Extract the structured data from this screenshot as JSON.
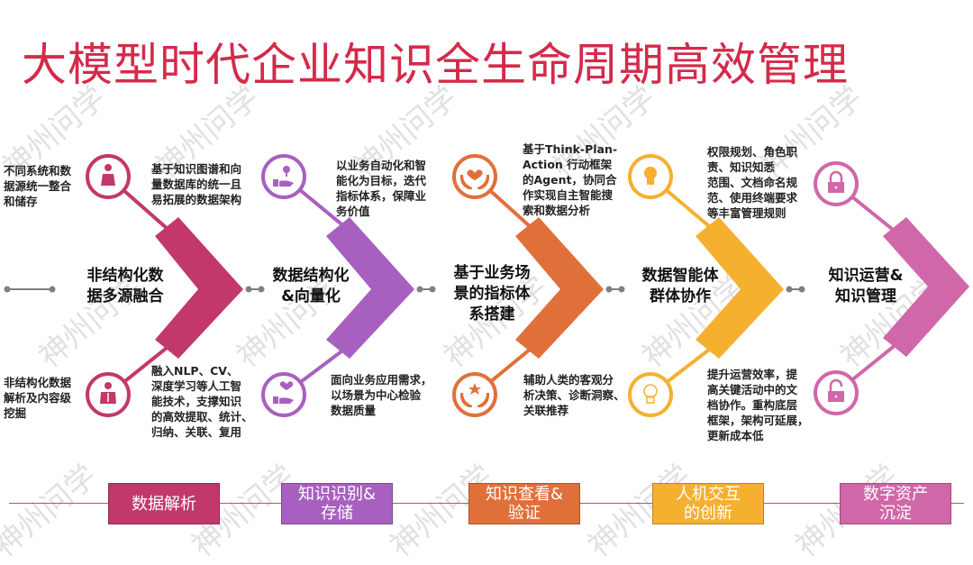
{
  "title": "大模型时代企业知识全生命周期高效管理",
  "watermark_text": "神州问学",
  "colors": {
    "title": "#d42a4a",
    "stage1": "#c2386a",
    "stage2": "#a860c0",
    "stage3": "#e0703a",
    "stage4": "#f5b030",
    "stage5": "#d067a8",
    "connector": "#808080"
  },
  "stages": [
    {
      "label": "非结构化数\n据多源融合",
      "top_icon": "woman-user-icon",
      "bottom_icon": "businessman-icon",
      "top_left_note": "不同系统和数\n据源统一整合\n和储存",
      "top_right_note": "基于知识图谱和向\n量数据库的统一且\n易拓展的数据架构",
      "bottom_left_note": "非结构化数据\n解析及内容级\n挖掘",
      "bottom_right_note": "融入NLP、CV、\n深度学习等人工智\n能技术，支撑知识\n的高效提取、统计、\n归纳、关联、复用"
    },
    {
      "label": "数据结构化\n&向量化",
      "top_icon": "hand-lightbulb-icon",
      "bottom_icon": "hand-heart-icon",
      "top_right_note": "以业务自动化和智\n能化为目标，迭代\n指标体系，保障业\n务价值",
      "bottom_right_note": "面向业务应用需求，\n以场景为中心检验\n数据质量"
    },
    {
      "label": "基于业务场\n景的指标体\n系搭建",
      "top_icon": "hands-heart-icon",
      "bottom_icon": "hands-star-icon",
      "top_right_note": "基于Think-Plan-\nAction 行动框架\n的Agent，协同合\n作实现自主智能搜\n索和数据分析",
      "bottom_right_note": "辅助人类的客观分\n析决策、诊断洞察、\n关联推荐"
    },
    {
      "label": "数据智能体\n群体协作",
      "top_icon": "lightbulb-filled-icon",
      "bottom_icon": "lightbulb-outline-icon",
      "top_right_note": "权限规划、角色职\n责、知识知悉\n范围、文档命名规\n范、使用终端要求\n等丰富管理规则",
      "bottom_right_note": "提升运营效率，提\n高关键活动中的文\n档协作。重构底层\n框架，架构可延展，\n更新成本低"
    },
    {
      "label": "知识运营&\n知识管理",
      "top_icon": "lock-closed-icon",
      "bottom_icon": "lock-open-icon"
    }
  ],
  "phases": [
    {
      "label": "数据解析",
      "color": "#c2386a"
    },
    {
      "label": "知识识别&\n存储",
      "color": "#a860c0"
    },
    {
      "label": "知识查看&\n验证",
      "color": "#e0703a"
    },
    {
      "label": "人机交互\n的创新",
      "color": "#f5b030"
    },
    {
      "label": "数字资产\n沉淀",
      "color": "#d067a8"
    }
  ]
}
